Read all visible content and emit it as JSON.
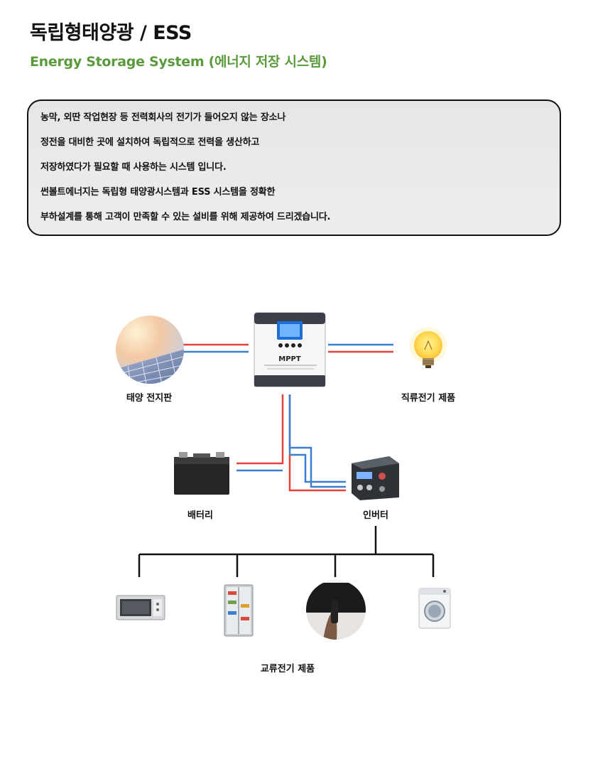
{
  "header": {
    "title": "독립형태양광 / ESS",
    "subtitle": "Energy Storage System (에너지 저장 시스템)"
  },
  "info": {
    "lines": [
      "농막, 외딴 작업현장 등 전력회사의 전기가 들어오지 않는 장소나",
      "정전을 대비한 곳에 설치하여 독립적으로 전력을 생산하고",
      "저장하였다가 필요할 때 사용하는 시스템 입니다.",
      "썬볼트에너지는 독립형 태양광시스템과 ESS 시스템을 정확한",
      "부하설계를 통해 고객이 만족할 수 있는 설비를 위해 제공하여 드리겠습니다."
    ]
  },
  "diagram": {
    "solar_label": "태양 전지판",
    "controller_text": "MPPT",
    "dc_label": "직류전기 제품",
    "battery_label": "배터리",
    "inverter_label": "인버터",
    "ac_label": "교류전기 제품",
    "colors": {
      "positive": "#e8403a",
      "negative": "#3a7fd0",
      "line": "#111111"
    },
    "icons": [
      "solar-panel-icon",
      "mppt-controller-icon",
      "light-bulb-icon",
      "battery-icon",
      "inverter-icon",
      "microwave-icon",
      "refrigerator-icon",
      "tv-remote-icon",
      "washing-machine-icon"
    ]
  }
}
